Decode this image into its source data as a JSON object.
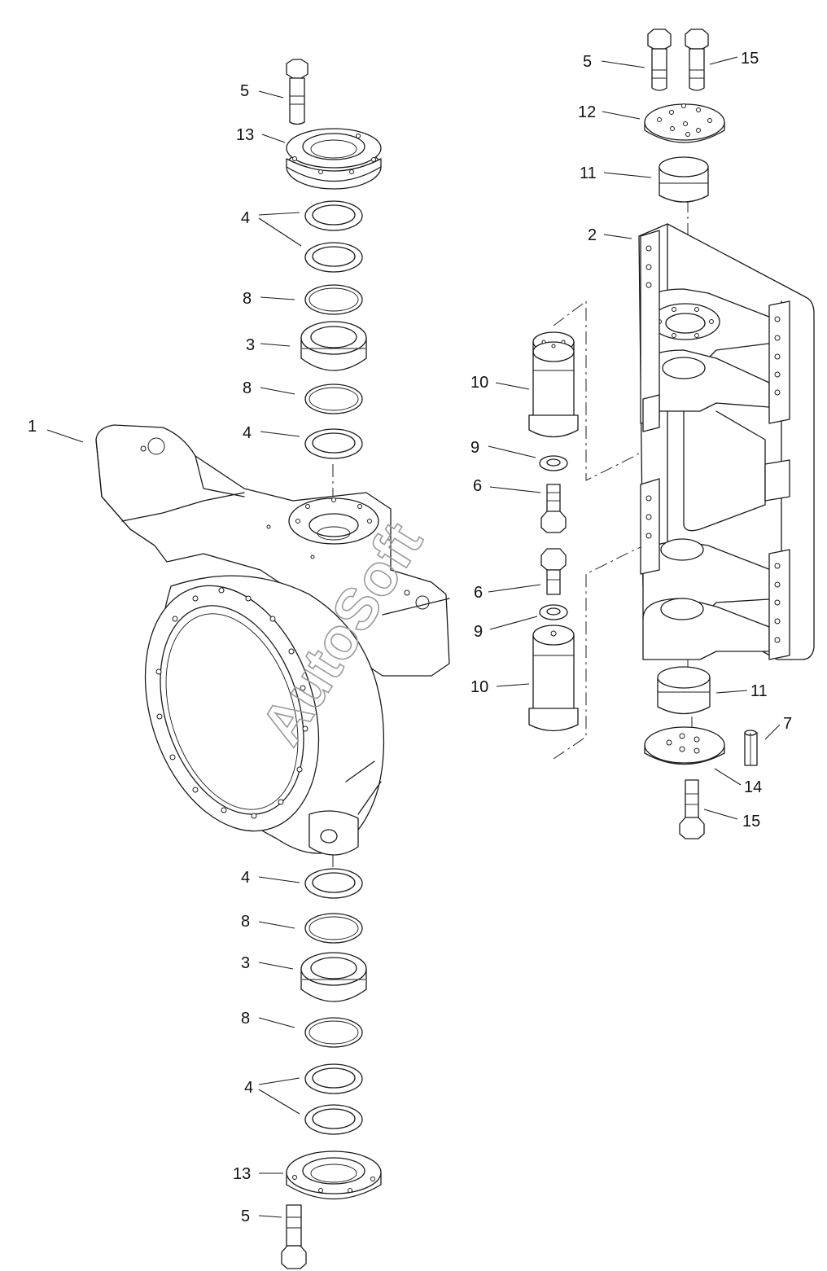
{
  "watermark": "AutoSoft",
  "labels": {
    "steering_knuckle": "1",
    "axle_bracket": "2",
    "bushing_upper": "3",
    "bushing_lower": "3",
    "shims_upper_a": "4",
    "shims_lower_a": "4",
    "shims_lower_b": "4",
    "shims_bottom": "4",
    "bolt_top_knuckle": "5",
    "bolt_top_bracket": "5",
    "bolt_bottom_knuckle": "5",
    "screw_upper_pin": "6",
    "screw_lower_pin": "6",
    "roll_pin": "7",
    "snap_ring_upper_a": "8",
    "snap_ring_upper_b": "8",
    "snap_ring_lower_a": "8",
    "snap_ring_lower_b": "8",
    "washer_upper_pin": "9",
    "washer_lower_pin": "9",
    "pivot_pin_upper": "10",
    "pivot_pin_lower": "10",
    "bearing_cup_upper": "11",
    "bearing_cup_lower": "11",
    "cover_plate_upper": "12",
    "cap_upper": "13",
    "cap_lower": "13",
    "cover_plate_lower": "14",
    "bolt_bracket_upper": "15",
    "bolt_bracket_lower": "15"
  }
}
